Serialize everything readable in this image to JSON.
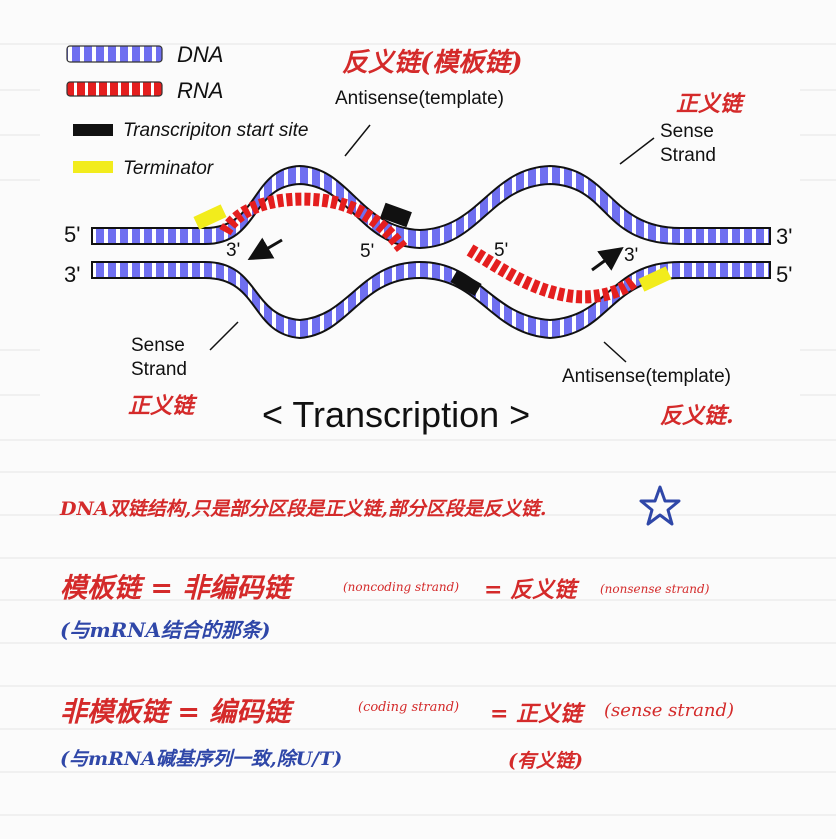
{
  "legend": {
    "dna": "DNA",
    "rna": "RNA",
    "start_site": "Transcripiton start site",
    "terminator": "Terminator"
  },
  "diagram": {
    "top_left_5": "5'",
    "mid_left_3": "3'",
    "top_right_3": "3'",
    "mid_right_5": "5'",
    "rna_left_3": "3'",
    "rna_left_5": "5'",
    "rna_right_5": "5'",
    "rna_right_3": "3'",
    "antisense_top": "Antisense(template)",
    "antisense_top_cn": "反义链(模板链)",
    "sense_right": "Sense\nStrand",
    "sense_right_cn": "正义链",
    "sense_left": "Sense\nStrand",
    "sense_left_cn": "正义链",
    "antisense_bottom": "Antisense(template)",
    "antisense_bottom_cn": "反义链.",
    "caption": "< Transcription >"
  },
  "notes": {
    "line1": "DNA双链结构,只是部分区段是正义链,部分区段是反义链.",
    "line2_cn": "模板链 = 非编码链",
    "line2_en": "(noncoding strand)",
    "line2_eq": "= 反义链",
    "line2_en2": "(nonsense strand)",
    "line3": "(与mRNA结合的那条)",
    "line4_cn": "非模板链 = 编码链",
    "line4_en": "(coding strand)",
    "line4_eq": "= 正义链",
    "line4_en2": "(sense strand)",
    "line5": "(与mRNA碱基序列一致,除U/T)",
    "line5_b": "(有义链)"
  },
  "colors": {
    "dna_blue": "#6f6ff0",
    "rna_red": "#e41e1e",
    "start_site": "#111111",
    "terminator": "#f2ec1c",
    "handwriting_red": "#d42a2a",
    "handwriting_blue": "#2f47a8"
  }
}
